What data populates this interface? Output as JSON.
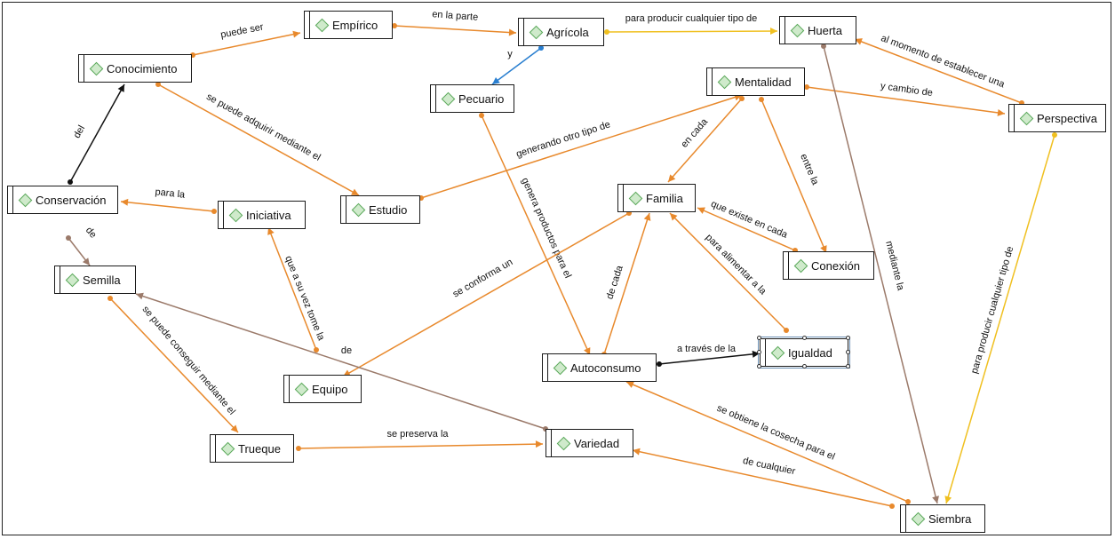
{
  "nodes": {
    "conocimiento": "Conocimiento",
    "empirico": "Empírico",
    "agricola": "Agrícola",
    "huerta": "Huerta",
    "pecuario": "Pecuario",
    "mentalidad": "Mentalidad",
    "perspectiva": "Perspectiva",
    "conservacion": "Conservación",
    "estudio": "Estudio",
    "iniciativa": "Iniciativa",
    "familia": "Familia",
    "conexion": "Conexión",
    "semilla": "Semilla",
    "equipo": "Equipo",
    "autoconsumo": "Autoconsumo",
    "igualdad": "Igualdad",
    "trueque": "Trueque",
    "variedad": "Variedad",
    "siembra": "Siembra"
  },
  "links": {
    "puede_ser": "puede ser",
    "en_la_parte": "en la parte",
    "para_producir_huerta": "para producir cualquier tipo de",
    "y": "y",
    "al_momento": "al momento de establecer una",
    "y_cambio_de": "y cambio de",
    "se_puede_adquirir": "se puede adquirir mediante el",
    "del": "del",
    "generando": "generando otro tipo de",
    "en_cada": "en cada",
    "entre_la": "entre la",
    "para_la": "para la",
    "de": "de",
    "genera_productos": "genera productos para el",
    "que_existe": "que existe en cada",
    "mediante_la": "mediante la",
    "para_producir_siembra": "para producir cualquier tipo de",
    "que_a_su_vez": "que a su vez tome la",
    "se_conforma_un": "se conforma un",
    "de_cada": "de cada",
    "para_alimentar": "para alimentar a la",
    "de_variedad": "de",
    "se_puede_conseguir": "se puede conseguir mediante el",
    "a_traves": "a través de la",
    "se_preserva": "se preserva la",
    "se_obtiene": "se obtiene la cosecha para el",
    "de_cualquier": "de cualquier"
  },
  "colors": {
    "orange": "#e8892c",
    "yellow": "#f0c020",
    "blue": "#2a7fd0",
    "brown": "#9b7a6a",
    "black": "#111111",
    "node_diamond": "#cfeacb"
  }
}
